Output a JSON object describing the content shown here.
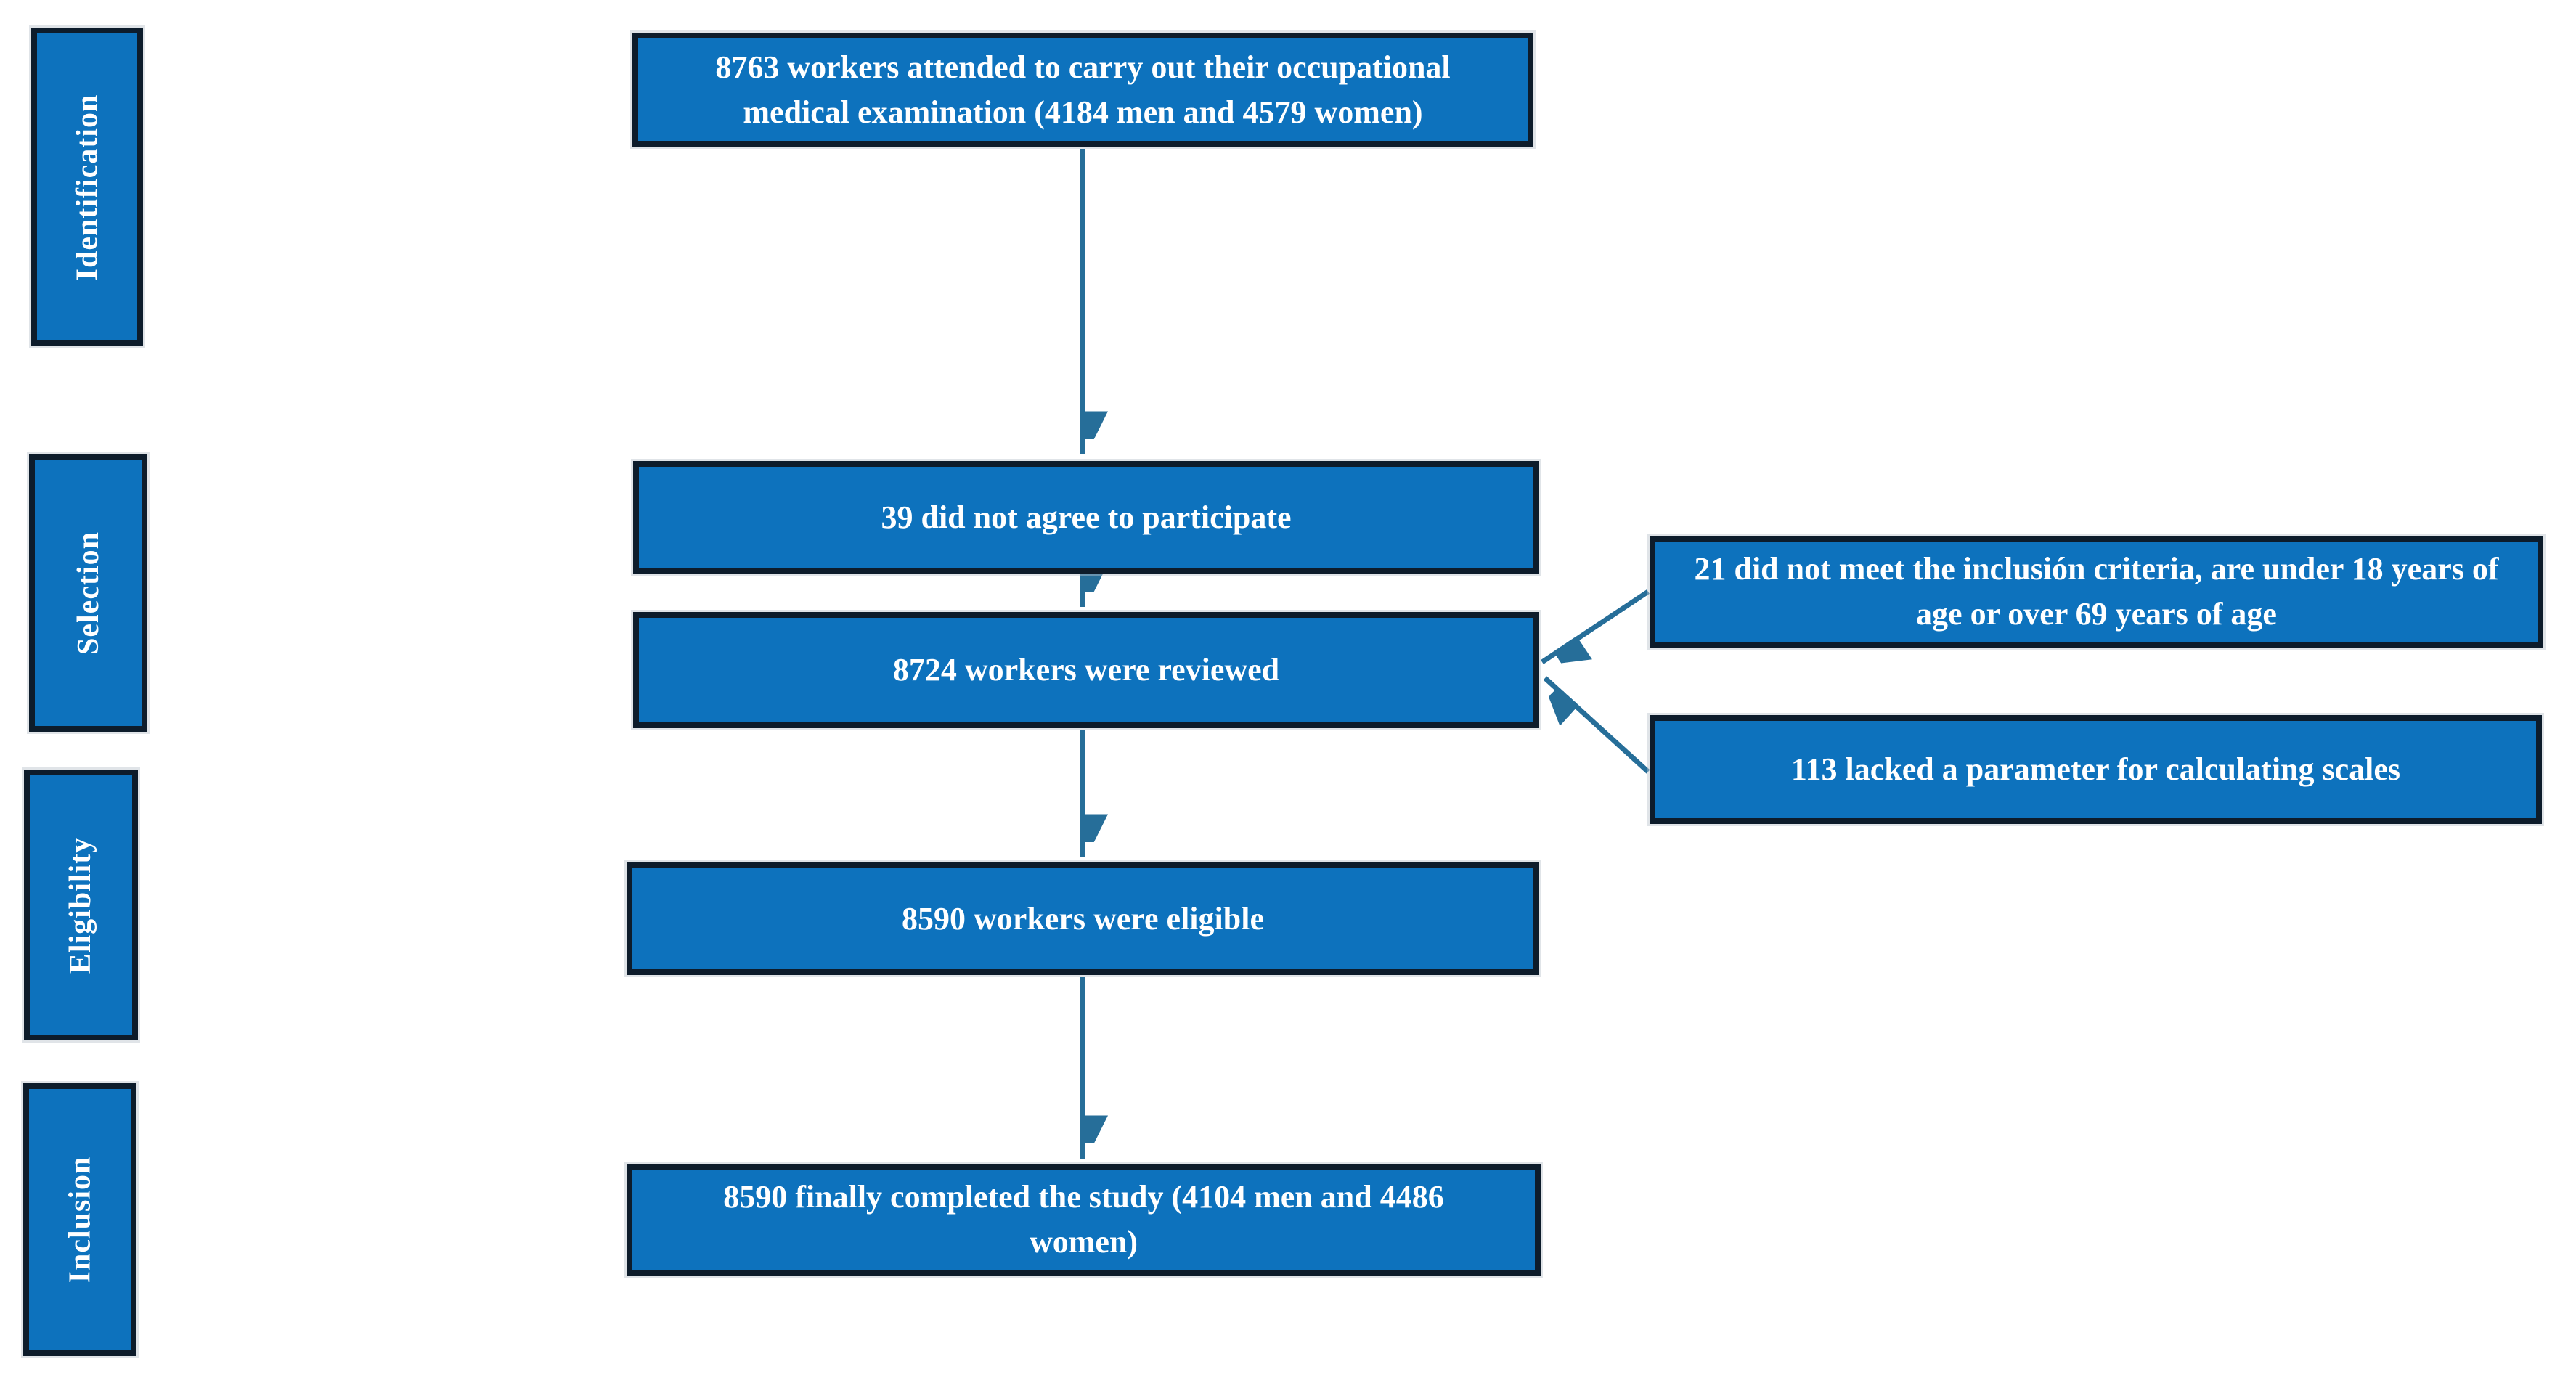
{
  "palette": {
    "box_fill": "#0d72bd",
    "box_border": "#0d1c2b",
    "arrow": "#266e99",
    "text": "#ffffff",
    "background": "#ffffff"
  },
  "stages": [
    {
      "label": "Identification"
    },
    {
      "label": "Selection"
    },
    {
      "label": "Eligibility"
    },
    {
      "label": "Inclusion"
    }
  ],
  "flow": {
    "main": [
      {
        "lines": [
          "8763 workers attended to carry out their occupational",
          "medical examination (4184 men and 4579 women)"
        ]
      },
      {
        "lines": [
          "39 did not agree to participate"
        ]
      },
      {
        "lines": [
          "8724 workers were reviewed"
        ]
      },
      {
        "lines": [
          "8590 workers were eligible"
        ]
      },
      {
        "lines": [
          "8590 finally completed the study (4104 men and 4486",
          "women)"
        ]
      }
    ],
    "side": [
      {
        "lines": [
          "21 did not meet the inclusión criteria, are under 18 years of",
          "age or over 69 years of age"
        ]
      },
      {
        "lines": [
          "113 lacked a parameter for calculating scales"
        ]
      }
    ]
  }
}
